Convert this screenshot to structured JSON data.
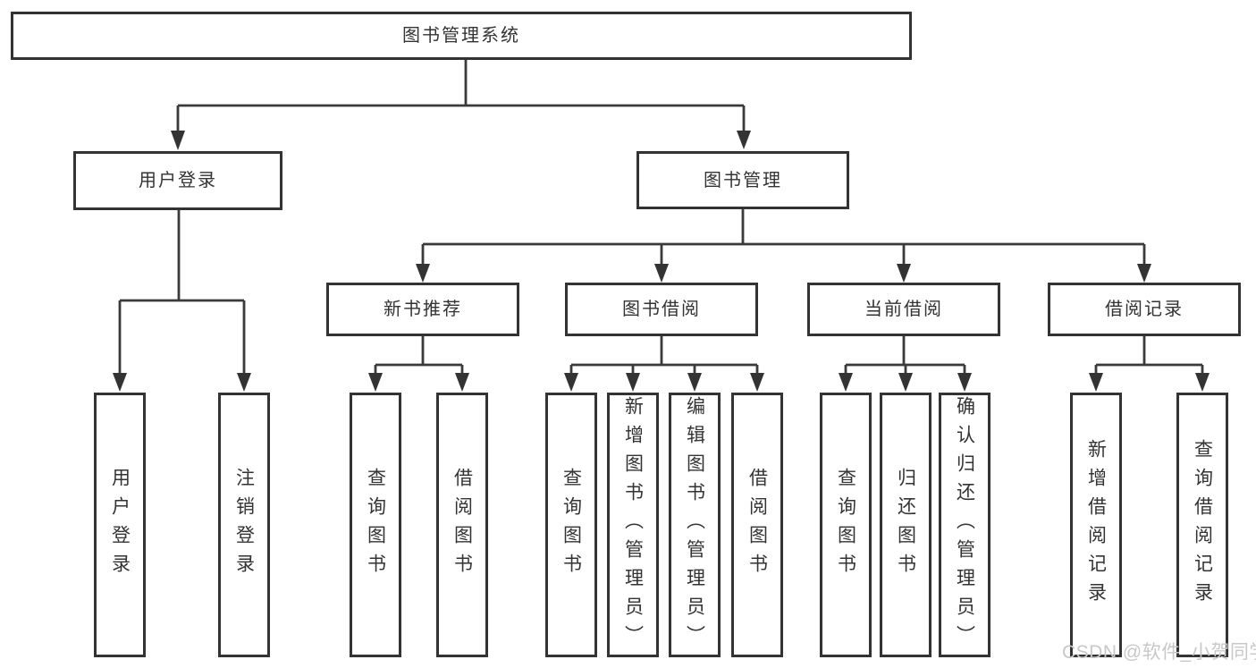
{
  "root": {
    "label": "图书管理系统"
  },
  "branches": {
    "user": {
      "label": "用户登录",
      "children": [
        "用户登录",
        "注销登录"
      ]
    },
    "books": {
      "label": "图书管理",
      "sections": {
        "recommend": {
          "label": "新书推荐",
          "children": [
            "查询图书",
            "借阅图书"
          ]
        },
        "borrow": {
          "label": "图书借阅",
          "children": [
            "查询图书",
            "新增图书（管理员）",
            "编辑图书（管理员）",
            "借阅图书"
          ]
        },
        "current": {
          "label": "当前借阅",
          "children": [
            "查询图书",
            "归还图书",
            "确认归还（管理员）"
          ]
        },
        "records": {
          "label": "借阅记录",
          "children": [
            "新增借阅记录",
            "查询借阅记录"
          ]
        }
      }
    }
  },
  "watermark": "CSDN @软件_小贺同学",
  "colors": {
    "line": "#3a3a3a",
    "border": "#333333",
    "text": "#333333",
    "watermark": "#c8c8c8",
    "background": "#ffffff"
  }
}
